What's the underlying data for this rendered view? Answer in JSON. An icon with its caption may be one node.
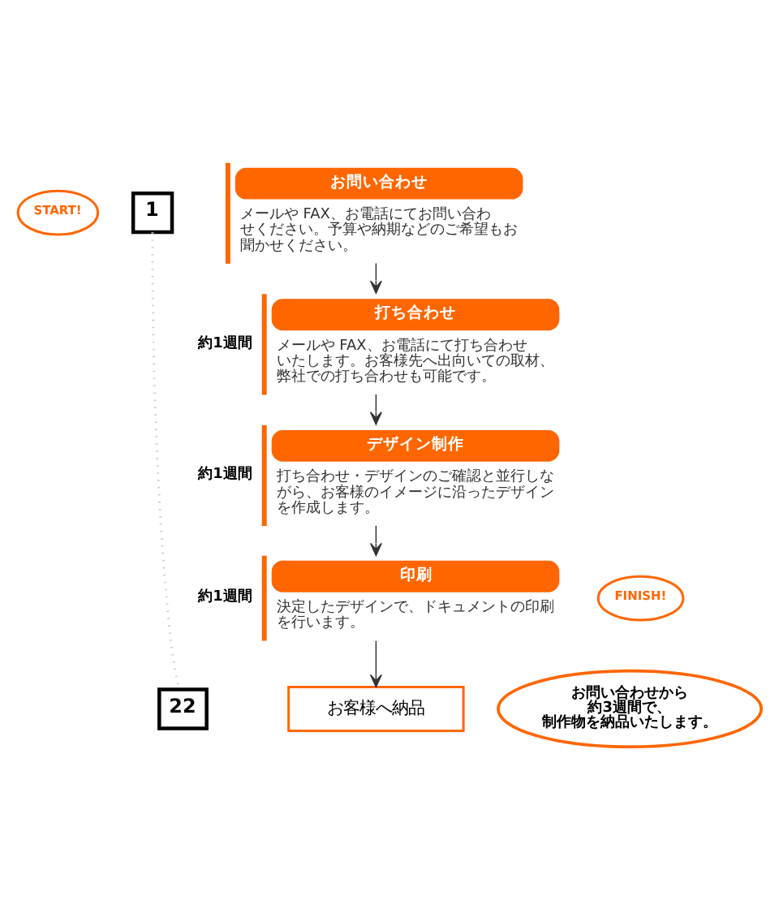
{
  "diagram": {
    "nodes": [
      {
        "text": [
          "START!"
        ]
      },
      {
        "text": [
          "1"
        ]
      },
      {
        "text": [
          "お問い合わせ",
          "メールや FAX、お電話にてお問い合わせください。予算や納期などのご希望もお聞かせください。"
        ]
      },
      {
        "text": [
          "打ち合わせ",
          "メールや FAX、お電話にて打ち合わせいたします。お客様先へ出向いての取材、弊社での打ち合わせも可能です。"
        ],
        "beside": [
          "約1週間"
        ]
      },
      {
        "text": [
          "デザイン制作",
          "打ち合わせ・デザインのご確認と並行しながら、お客様のイメージに沿ったデザインを作成します。"
        ],
        "beside": [
          "約1週間"
        ]
      },
      {
        "text": [
          "印刷",
          "決定したデザインで、ドキュメントの印刷を行います。"
        ],
        "beside": [
          "約1週間"
        ]
      },
      {
        "text": [
          "FINISH!"
        ]
      },
      {
        "text": [
          "22"
        ]
      },
      {
        "text": [
          "お客様へ納品"
        ]
      },
      {
        "text": [
          "お問い合わせから",
          "約3週間で、",
          "制作物を納品いたします。"
        ]
      }
    ],
    "edges": [
      {
        "from": 1,
        "to": 7,
        "arrow": "none",
        "style": "dashed",
        "color": "#cccccc"
      },
      {
        "from": 2,
        "to": 3,
        "arrow": "to"
      },
      {
        "from": 3,
        "to": 4,
        "arrow": "to"
      },
      {
        "from": 4,
        "to": 5,
        "arrow": "to"
      },
      {
        "from": 5,
        "to": 8,
        "arrow": "to"
      }
    ]
  }
}
